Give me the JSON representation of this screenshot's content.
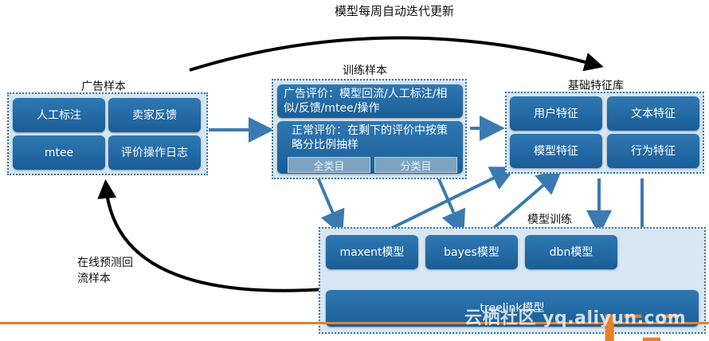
{
  "top_arrow_label": "模型每周自动迭代更新",
  "ads_samples": {
    "title": "广告样本",
    "items": [
      "人工标注",
      "卖家反馈",
      "mtee",
      "评价操作日志"
    ]
  },
  "training_samples": {
    "title": "训练样本",
    "ad_eval": "广告评价：模型回流/人工标注/相似/反馈/mtee/操作",
    "normal_eval": "正常评价：在剩下的评价中按策略分比例抽样",
    "sub_all": "全类目",
    "sub_split": "分类目"
  },
  "base_features": {
    "title": "基础特征库",
    "items": [
      "用户特征",
      "文本特征",
      "模型特征",
      "行为特征"
    ]
  },
  "model_training": {
    "title": "模型训练",
    "models": [
      "maxent模型",
      "bayes模型",
      "dbn模型"
    ],
    "treelink": "treelink模型"
  },
  "feedback_label": "在线预测回流样本",
  "watermark": "云栖社区 yq.aliyun.com",
  "colors": {
    "box_fill": "#1f66a2",
    "group_fill": "#d7e6f2",
    "arrow": "#3a7ab0",
    "curve": "#000000",
    "accent_line": "#e7802b"
  }
}
